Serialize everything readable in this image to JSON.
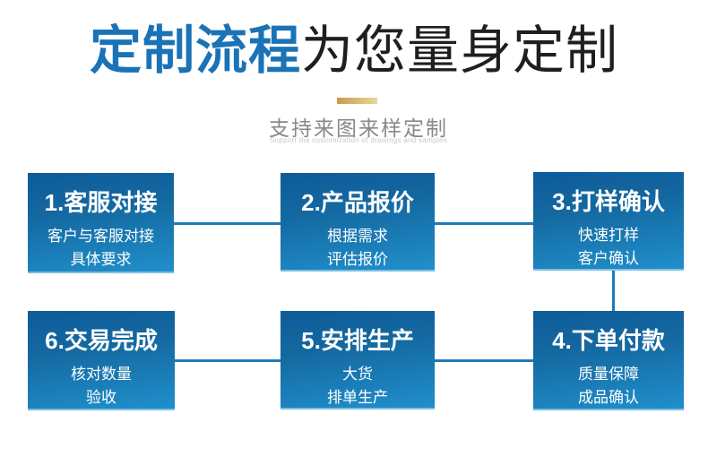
{
  "header": {
    "title_highlight": "定制流程",
    "title_rest": "为您量身定制",
    "subtitle": "支持来图来样定制",
    "subtitle_en": "Support the customization of drawings and samples"
  },
  "colors": {
    "title_blue": "#1a73b6",
    "title_dark": "#1f1f1f",
    "box_gradient_top": "#0d5c9b",
    "box_gradient_bottom": "#2090cc",
    "connector_blue": "#1e7bb9",
    "gold_bar_left": "#c99b49",
    "gold_bar_right": "#e9d79f",
    "subtitle_gray": "#898989"
  },
  "steps": [
    {
      "title": "1.客服对接",
      "lines": [
        "客户与客服对接",
        "具体要求"
      ]
    },
    {
      "title": "2.产品报价",
      "lines": [
        "根据需求",
        "评估报价"
      ]
    },
    {
      "title": "3.打样确认",
      "lines": [
        "快速打样",
        "客户确认"
      ]
    },
    {
      "title": "4.下单付款",
      "lines": [
        "质量保障",
        "成品确认"
      ]
    },
    {
      "title": "5.安排生产",
      "lines": [
        "大货",
        "排单生产"
      ]
    },
    {
      "title": "6.交易完成",
      "lines": [
        "核对数量",
        "验收"
      ]
    }
  ]
}
